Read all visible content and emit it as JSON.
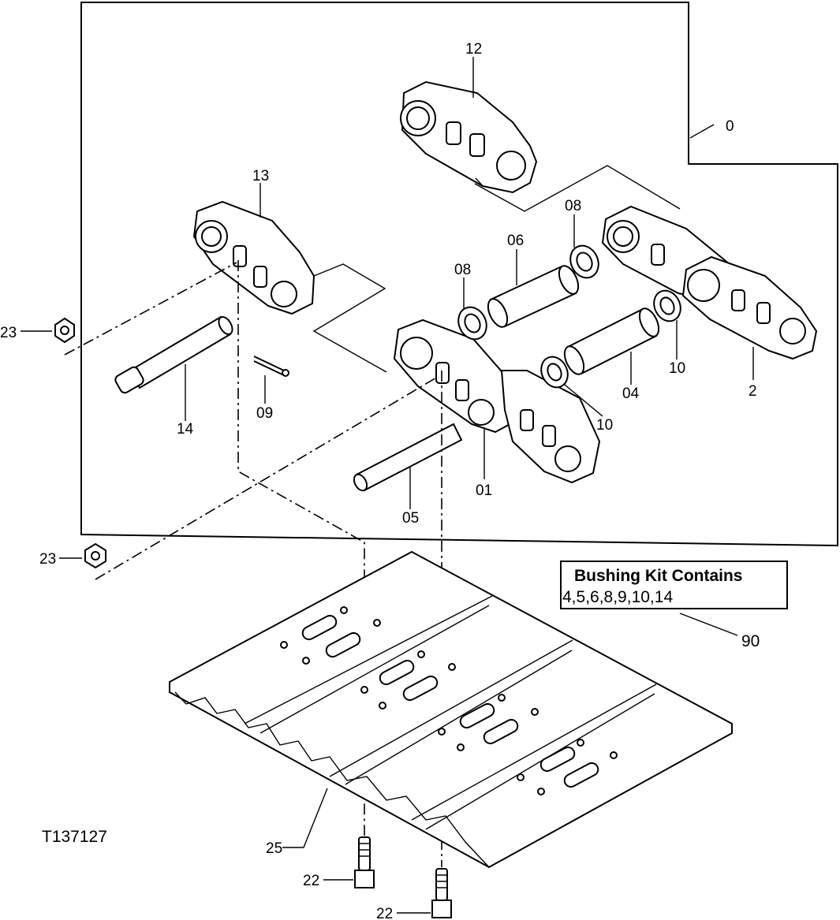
{
  "figure_id": "T137127",
  "kit": {
    "title": "Bushing Kit Contains",
    "items": "4,5,6,8,9,10,14",
    "callout": "90"
  },
  "callouts": {
    "c0": "0",
    "c12": "12",
    "c13": "13",
    "c08a": "08",
    "c08b": "08",
    "c06": "06",
    "c23a": "23",
    "c23b": "23",
    "c14": "14",
    "c09": "09",
    "c10a": "10",
    "c10b": "10",
    "c04": "04",
    "c2": "2",
    "c01": "01",
    "c05": "05",
    "c25": "25",
    "c22a": "22",
    "c22b": "22"
  }
}
